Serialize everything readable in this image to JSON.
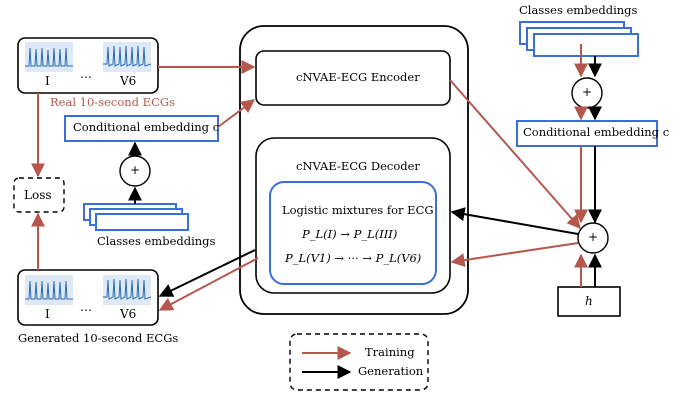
{
  "real_ecg": {
    "lead_first": "I",
    "lead_ellipsis": "…",
    "lead_last": "V6",
    "caption": "Real 10-second ECGs"
  },
  "generated_ecg": {
    "lead_first": "I",
    "lead_ellipsis": "…",
    "lead_last": "V6",
    "caption": "Generated 10-second ECGs"
  },
  "loss": {
    "label": "Loss"
  },
  "left_condition": {
    "embedding_label": "Conditional embedding c",
    "classes_label": "Classes embeddings",
    "plus_symbol": "+"
  },
  "right_condition": {
    "classes_label": "Classes embeddings",
    "plus_symbol_top": "+",
    "embedding_label": "Conditional embedding c",
    "plus_symbol_bottom": "+",
    "latent_label": "h"
  },
  "model": {
    "encoder_label": "cNVAE-ECG Encoder",
    "decoder_label": "cNVAE-ECG Decoder",
    "mixture_title": "Logistic mixtures for ECG",
    "mixture_line1": "P_L(I) → P_L(III)",
    "mixture_line2": "P_L(V1) → ··· → P_L(V6)"
  },
  "legend": {
    "training_label": "Training",
    "generation_label": "Generation"
  },
  "colors": {
    "training_arrow": "#b5574d",
    "generation_arrow": "#000000",
    "embedding_box_border": "#3a6fd8",
    "ecg_thumbnail": "#2b6cb0"
  }
}
